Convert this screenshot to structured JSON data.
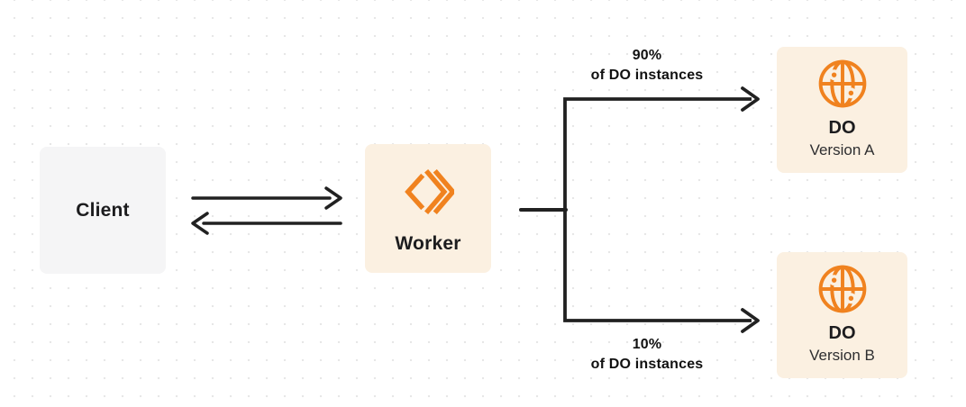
{
  "diagram": {
    "nodes": {
      "client": {
        "label": "Client"
      },
      "worker": {
        "label": "Worker",
        "icon": "workers-chevrons-icon"
      },
      "do_a": {
        "title": "DO",
        "subtitle": "Version A",
        "icon": "durable-object-globe-icon"
      },
      "do_b": {
        "title": "DO",
        "subtitle": "Version B",
        "icon": "durable-object-globe-icon"
      }
    },
    "edges": {
      "client_worker": {
        "type": "bidirectional-arrows"
      },
      "top": {
        "percent": "90%",
        "caption": "of DO instances"
      },
      "bottom": {
        "percent": "10%",
        "caption": "of DO instances"
      }
    },
    "colors": {
      "orange": "#F0821F",
      "node_cream": "#FBF0E1",
      "node_gray": "#F5F5F6",
      "line": "#212121",
      "text": "#1C1C1E",
      "dot_grid": "#E7E7E7"
    }
  }
}
